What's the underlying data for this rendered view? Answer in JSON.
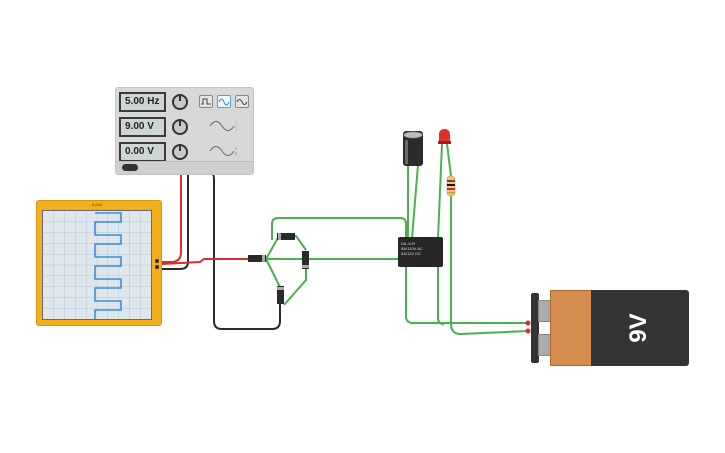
{
  "function_generator": {
    "frequency": "5.00 Hz",
    "amplitude": "9.00 V",
    "dc_offset": "0.00 V",
    "waveforms": [
      {
        "name": "square-wave-icon",
        "active": false
      },
      {
        "name": "sine-wave-icon",
        "active": true
      },
      {
        "name": "triangle-wave-icon",
        "active": false
      }
    ]
  },
  "oscilloscope": {
    "label": "5.000"
  },
  "battery": {
    "label": "9V"
  },
  "relay": {
    "text": "DIL-5-R\n5A/120V AC\n5A/12V DC"
  },
  "colors": {
    "wire_green": "#4caf50",
    "wire_red": "#d32f2f",
    "wire_black": "#2b2b2b",
    "oscilloscope_body": "#f2ae1c",
    "trace": "#3d8ed6"
  }
}
